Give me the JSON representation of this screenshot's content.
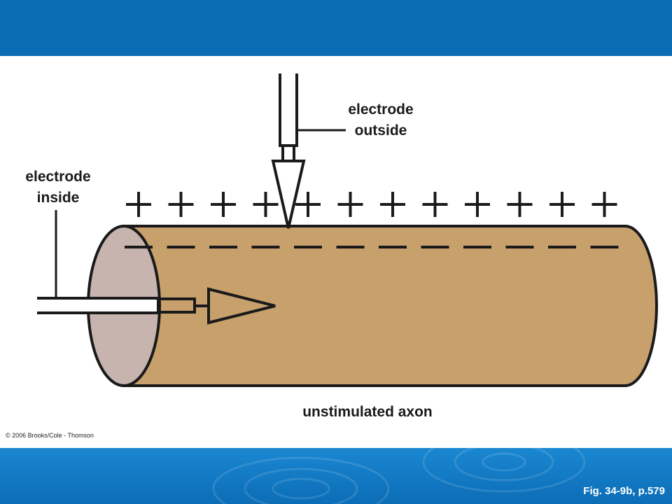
{
  "labels": {
    "electrode_outside_line1": "electrode",
    "electrode_outside_line2": "outside",
    "electrode_inside_line1": "electrode",
    "electrode_inside_line2": "inside",
    "axon_caption": "unstimulated axon"
  },
  "charges": {
    "outside_sign": "+",
    "inside_sign": "−",
    "count": 12
  },
  "credit": "© 2006 Brooks/Cole - Thomson",
  "figure_ref": "Fig. 34-9b, p.579",
  "colors": {
    "header": "#0a6db4",
    "footer": "#1b87d1",
    "axon_body": "#c8a06c",
    "axon_end": "#c7b4ae",
    "line": "#1a1a1a"
  }
}
